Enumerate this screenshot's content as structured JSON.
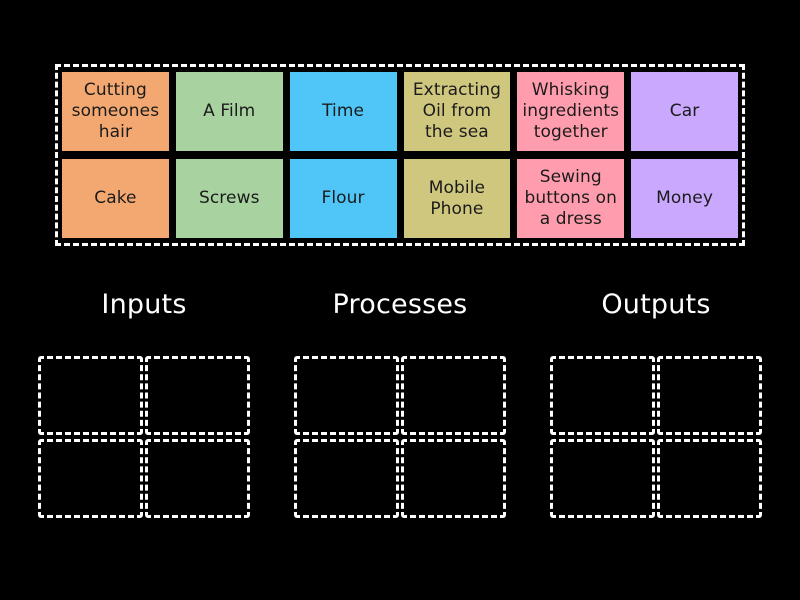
{
  "background_color": "#000000",
  "tile_bank": {
    "name": "word-bank",
    "border_color": "#ffffff",
    "border_style": "dashed",
    "tiles": [
      {
        "label": "Cutting someones hair",
        "color": "#F4A871"
      },
      {
        "label": "A Film",
        "color": "#A8D29F"
      },
      {
        "label": "Time",
        "color": "#4FC6F7"
      },
      {
        "label": "Extracting Oil from the sea",
        "color": "#CFC77E"
      },
      {
        "label": "Whisking ingredients together",
        "color": "#FF9DAE"
      },
      {
        "label": "Car",
        "color": "#C9A8FD"
      },
      {
        "label": "Cake",
        "color": "#F4A871"
      },
      {
        "label": "Screws",
        "color": "#A8D29F"
      },
      {
        "label": "Flour",
        "color": "#4FC6F7"
      },
      {
        "label": "Mobile Phone",
        "color": "#CFC77E"
      },
      {
        "label": "Sewing buttons on a dress",
        "color": "#FF9DAE"
      },
      {
        "label": "Money",
        "color": "#C9A8FD"
      }
    ]
  },
  "categories": [
    {
      "title": "Inputs",
      "slots": [
        "",
        "",
        "",
        ""
      ]
    },
    {
      "title": "Processes",
      "slots": [
        "",
        "",
        "",
        ""
      ]
    },
    {
      "title": "Outputs",
      "slots": [
        "",
        "",
        "",
        ""
      ]
    }
  ],
  "text_colors": {
    "tile_text": "#1b1b1b",
    "category_title": "#ffffff"
  }
}
